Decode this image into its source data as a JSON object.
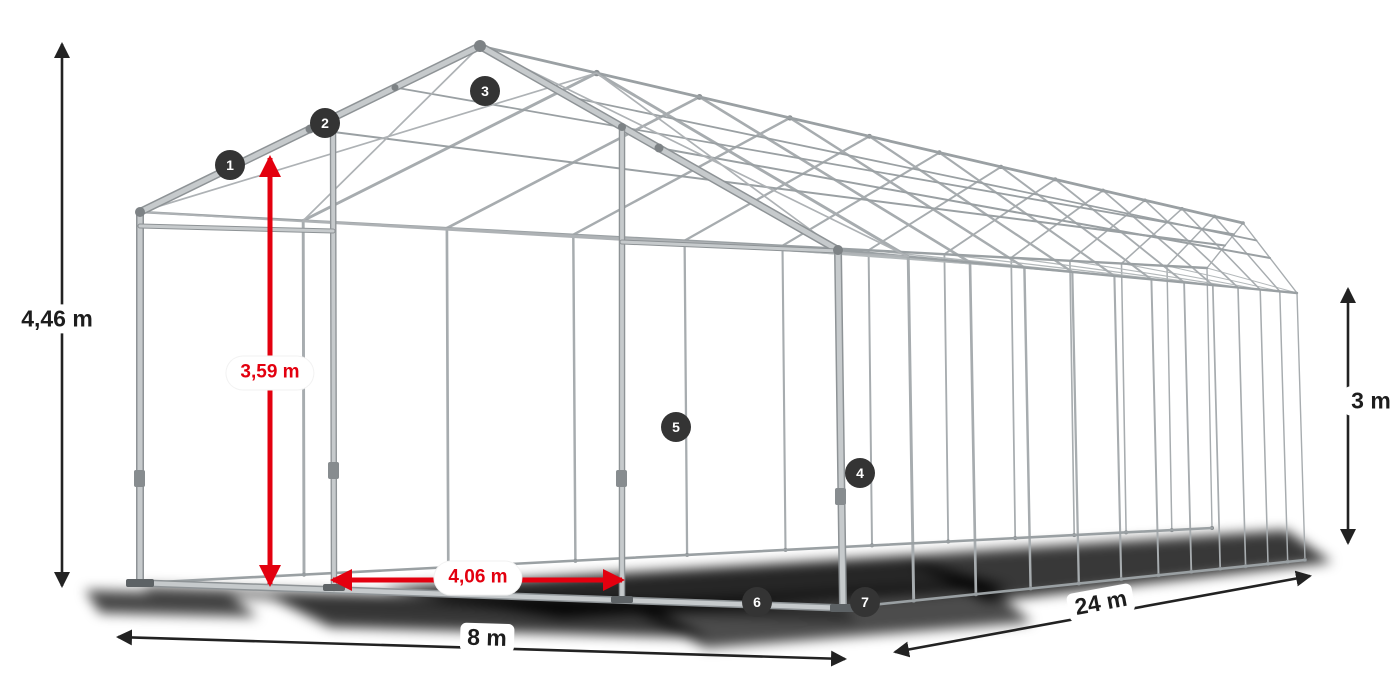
{
  "diagram": {
    "dimensions": {
      "total_height": "4,46 m",
      "clearance_height": "3,59 m",
      "side_height": "3 m",
      "width": "8 m",
      "length": "24 m",
      "passage_width": "4,06 m"
    },
    "markers": [
      {
        "label": "1"
      },
      {
        "label": "2"
      },
      {
        "label": "3"
      },
      {
        "label": "4"
      },
      {
        "label": "5"
      },
      {
        "label": "6"
      },
      {
        "label": "7"
      }
    ],
    "colors": {
      "accent_red": "#e3000f",
      "frame_gray": "#a7acaf",
      "marker_background": "#343434",
      "dimension_text": "#1d1d1d",
      "background": "#ffffff"
    }
  }
}
